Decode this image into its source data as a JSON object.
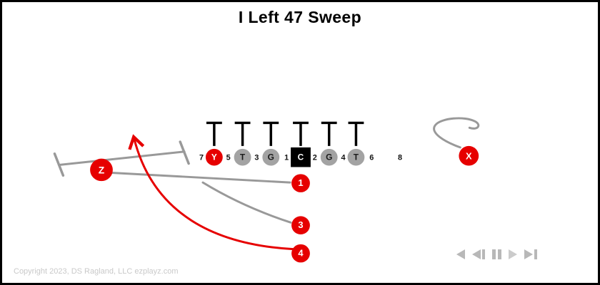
{
  "title": "I Left 47 Sweep",
  "footer": {
    "copyright": "Copyright 2023, DS Ragland, LLC ezplayz.com"
  },
  "colors": {
    "player_red": "#e60000",
    "lineman_gray": "#a3a3a3",
    "center_black": "#000000",
    "route_gray": "#999999",
    "defender_black": "#000000",
    "control_gray": "#b8b8b8"
  },
  "offensive_line": {
    "positions": [
      {
        "label": "Y",
        "shape": "circle",
        "color": "red"
      },
      {
        "label": "T",
        "shape": "circle",
        "color": "gray"
      },
      {
        "label": "G",
        "shape": "circle",
        "color": "gray"
      },
      {
        "label": "C",
        "shape": "square",
        "color": "black"
      },
      {
        "label": "G",
        "shape": "circle",
        "color": "gray"
      },
      {
        "label": "T",
        "shape": "circle",
        "color": "gray"
      }
    ],
    "gap_numbers": [
      "7",
      "5",
      "3",
      "1",
      "2",
      "4",
      "6",
      "8"
    ]
  },
  "backs": [
    {
      "label": "Z"
    },
    {
      "label": "X"
    },
    {
      "label": "1"
    },
    {
      "label": "3"
    },
    {
      "label": "4"
    }
  ],
  "controls": {
    "icons": [
      "rewind-icon",
      "step-back-icon",
      "pause-icon",
      "play-icon",
      "step-forward-icon"
    ]
  }
}
